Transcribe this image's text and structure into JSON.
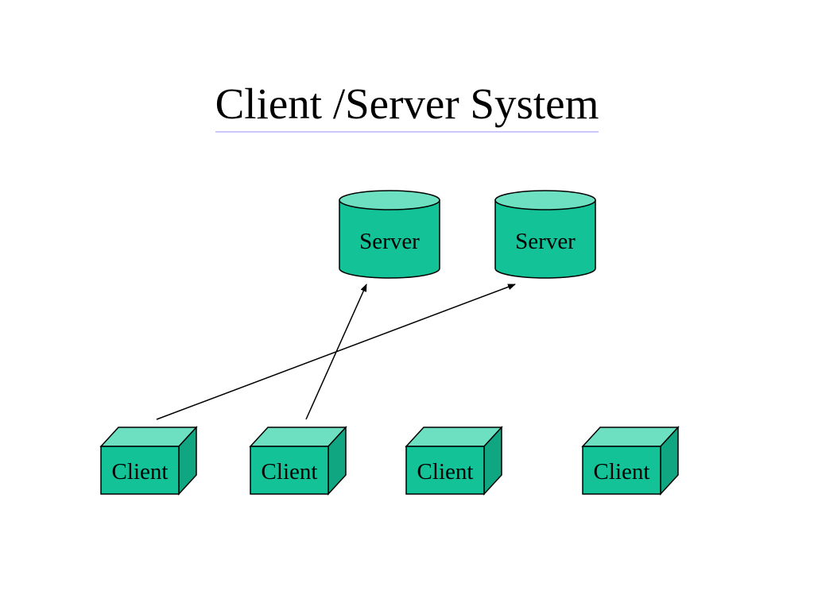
{
  "slide": {
    "title": "Client /Server System"
  },
  "diagram": {
    "servers": [
      {
        "label": "Server"
      },
      {
        "label": "Server"
      }
    ],
    "clients": [
      {
        "label": "Client"
      },
      {
        "label": "Client"
      },
      {
        "label": "Client"
      },
      {
        "label": "Client"
      }
    ],
    "connections": [
      {
        "from": "client-1",
        "to": "server-2"
      },
      {
        "from": "client-2",
        "to": "server-1"
      }
    ]
  },
  "colors": {
    "node_fill": "#13c397",
    "node_top": "#6ee0c2",
    "node_side": "#10a682",
    "stroke": "#000000",
    "title_underline": "#c9c9ff"
  }
}
